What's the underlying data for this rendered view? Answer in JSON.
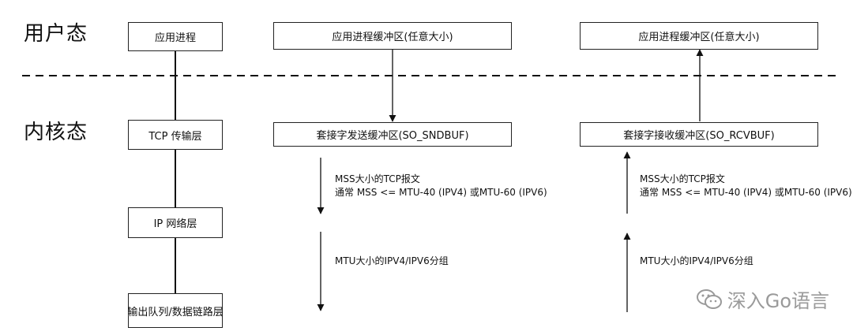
{
  "zones": {
    "user": "用户态",
    "kernel": "内核态"
  },
  "layers": [
    {
      "label": "应用进程"
    },
    {
      "label": "TCP 传输层"
    },
    {
      "label": "IP 网络层"
    },
    {
      "label": "输出队列/数据链路层"
    }
  ],
  "send": {
    "app_buffer": "应用进程缓冲区(任意大小)",
    "socket_buffer": "套接字发送缓冲区(SO_SNDBUF)",
    "note_tcp_line1": "MSS大小的TCP报文",
    "note_tcp_line2": "通常 MSS <= MTU-40 (IPV4) 或MTU-60 (IPV6)",
    "note_ip": "MTU大小的IPV4/IPV6分组"
  },
  "recv": {
    "app_buffer": "应用进程缓冲区(任意大小)",
    "socket_buffer": "套接字接收缓冲区(SO_RCVBUF)",
    "note_tcp_line1": "MSS大小的TCP报文",
    "note_tcp_line2": "通常 MSS <= MTU-40 (IPV4) 或MTU-60 (IPV6)",
    "note_ip": "MTU大小的IPV4/IPV6分组"
  },
  "watermark": {
    "icon": "wechat-icon",
    "text": "深入Go语言"
  }
}
